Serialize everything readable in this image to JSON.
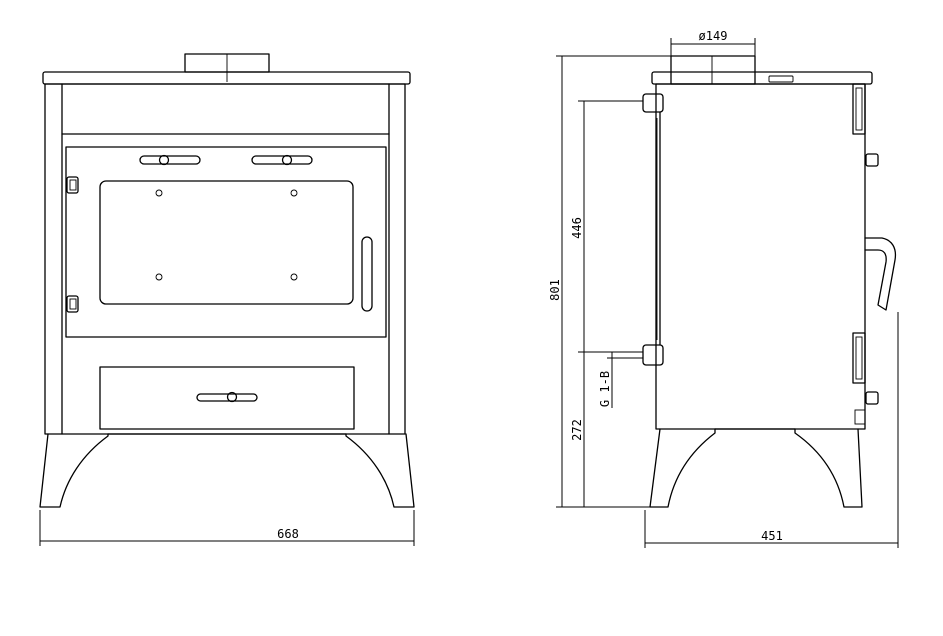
{
  "dimensions": {
    "width": "668",
    "depth": "451",
    "flue_diameter": "ø149",
    "height": "801",
    "door_height": "446",
    "leg_height": "272",
    "water_connection": "G 1-B"
  }
}
